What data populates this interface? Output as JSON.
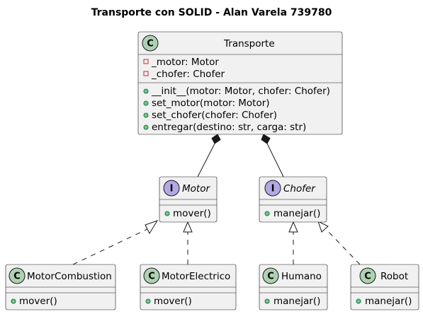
{
  "title": "Transporte con SOLID - Alan Varela 739780",
  "colors": {
    "box_fill": "#f1f1f1",
    "class_badge": "#add1b2",
    "interface_badge": "#b4a7e5",
    "private_marker": "#c82930",
    "public_marker": "#84be84"
  },
  "nodes": {
    "transporte": {
      "kind": "class",
      "badge": "C",
      "name": "Transporte",
      "attributes": [
        "_motor: Motor",
        "_chofer: Chofer"
      ],
      "methods": [
        "__init__(motor: Motor, chofer: Chofer)",
        "set_motor(motor: Motor)",
        "set_chofer(chofer: Chofer)",
        "entregar(destino: str, carga: str)"
      ]
    },
    "motor": {
      "kind": "interface",
      "badge": "I",
      "name": "Motor",
      "methods": [
        "mover()"
      ]
    },
    "chofer": {
      "kind": "interface",
      "badge": "I",
      "name": "Chofer",
      "methods": [
        "manejar()"
      ]
    },
    "motor_combustion": {
      "kind": "class",
      "badge": "C",
      "name": "MotorCombustion",
      "methods": [
        "mover()"
      ]
    },
    "motor_electrico": {
      "kind": "class",
      "badge": "C",
      "name": "MotorElectrico",
      "methods": [
        "mover()"
      ]
    },
    "humano": {
      "kind": "class",
      "badge": "C",
      "name": "Humano",
      "methods": [
        "manejar()"
      ]
    },
    "robot": {
      "kind": "class",
      "badge": "C",
      "name": "Robot",
      "methods": [
        "manejar()"
      ]
    }
  },
  "relations": [
    {
      "type": "composition",
      "from": "transporte",
      "to": "motor"
    },
    {
      "type": "composition",
      "from": "transporte",
      "to": "chofer"
    },
    {
      "type": "realization",
      "from": "motor_combustion",
      "to": "motor"
    },
    {
      "type": "realization",
      "from": "motor_electrico",
      "to": "motor"
    },
    {
      "type": "realization",
      "from": "humano",
      "to": "chofer"
    },
    {
      "type": "realization",
      "from": "robot",
      "to": "chofer"
    }
  ]
}
